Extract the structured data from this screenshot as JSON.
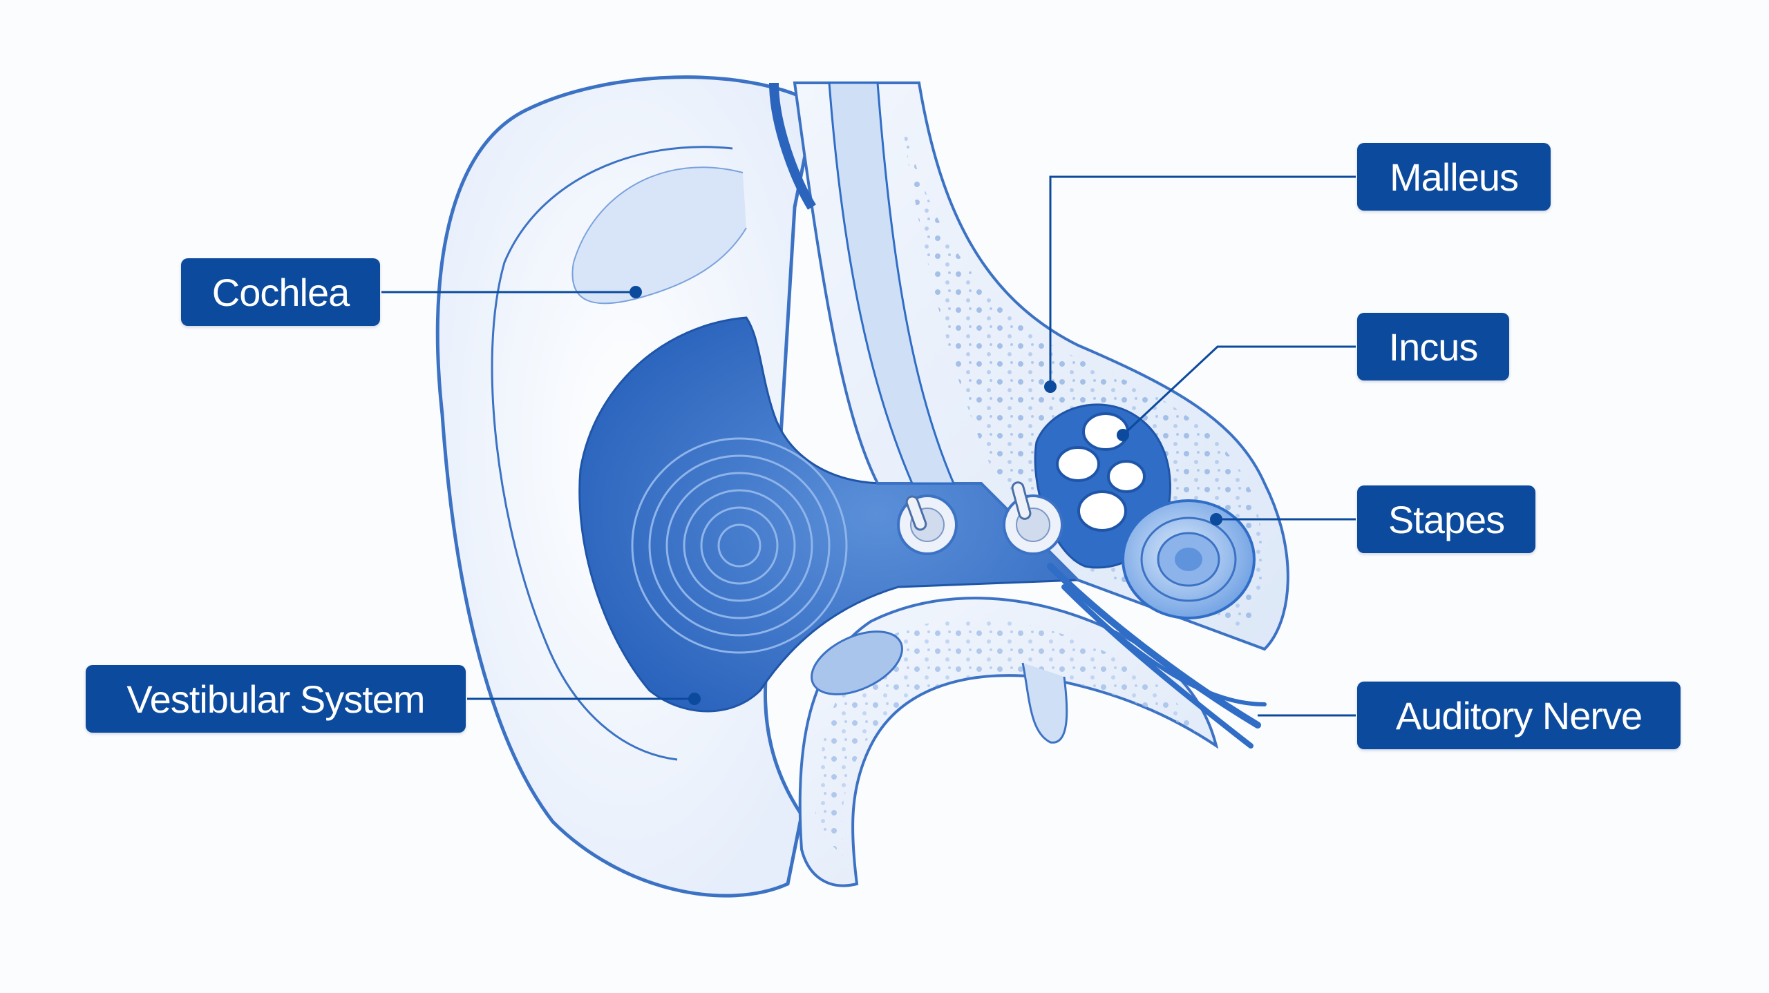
{
  "colors": {
    "accent": "#0b4a9c",
    "label_text": "#ffffff",
    "tissue_light": "#eef4fc",
    "tissue_mid": "#a9c5ec",
    "tissue_dark": "#2f6dc6",
    "background": "#fbfcfe"
  },
  "labels": {
    "cochlea": "Cochlea",
    "vestibular": "Vestibular System",
    "malleus": "Malleus",
    "incus": "Incus",
    "stapes": "Stapes",
    "auditory_nerve": "Auditory Nerve"
  }
}
